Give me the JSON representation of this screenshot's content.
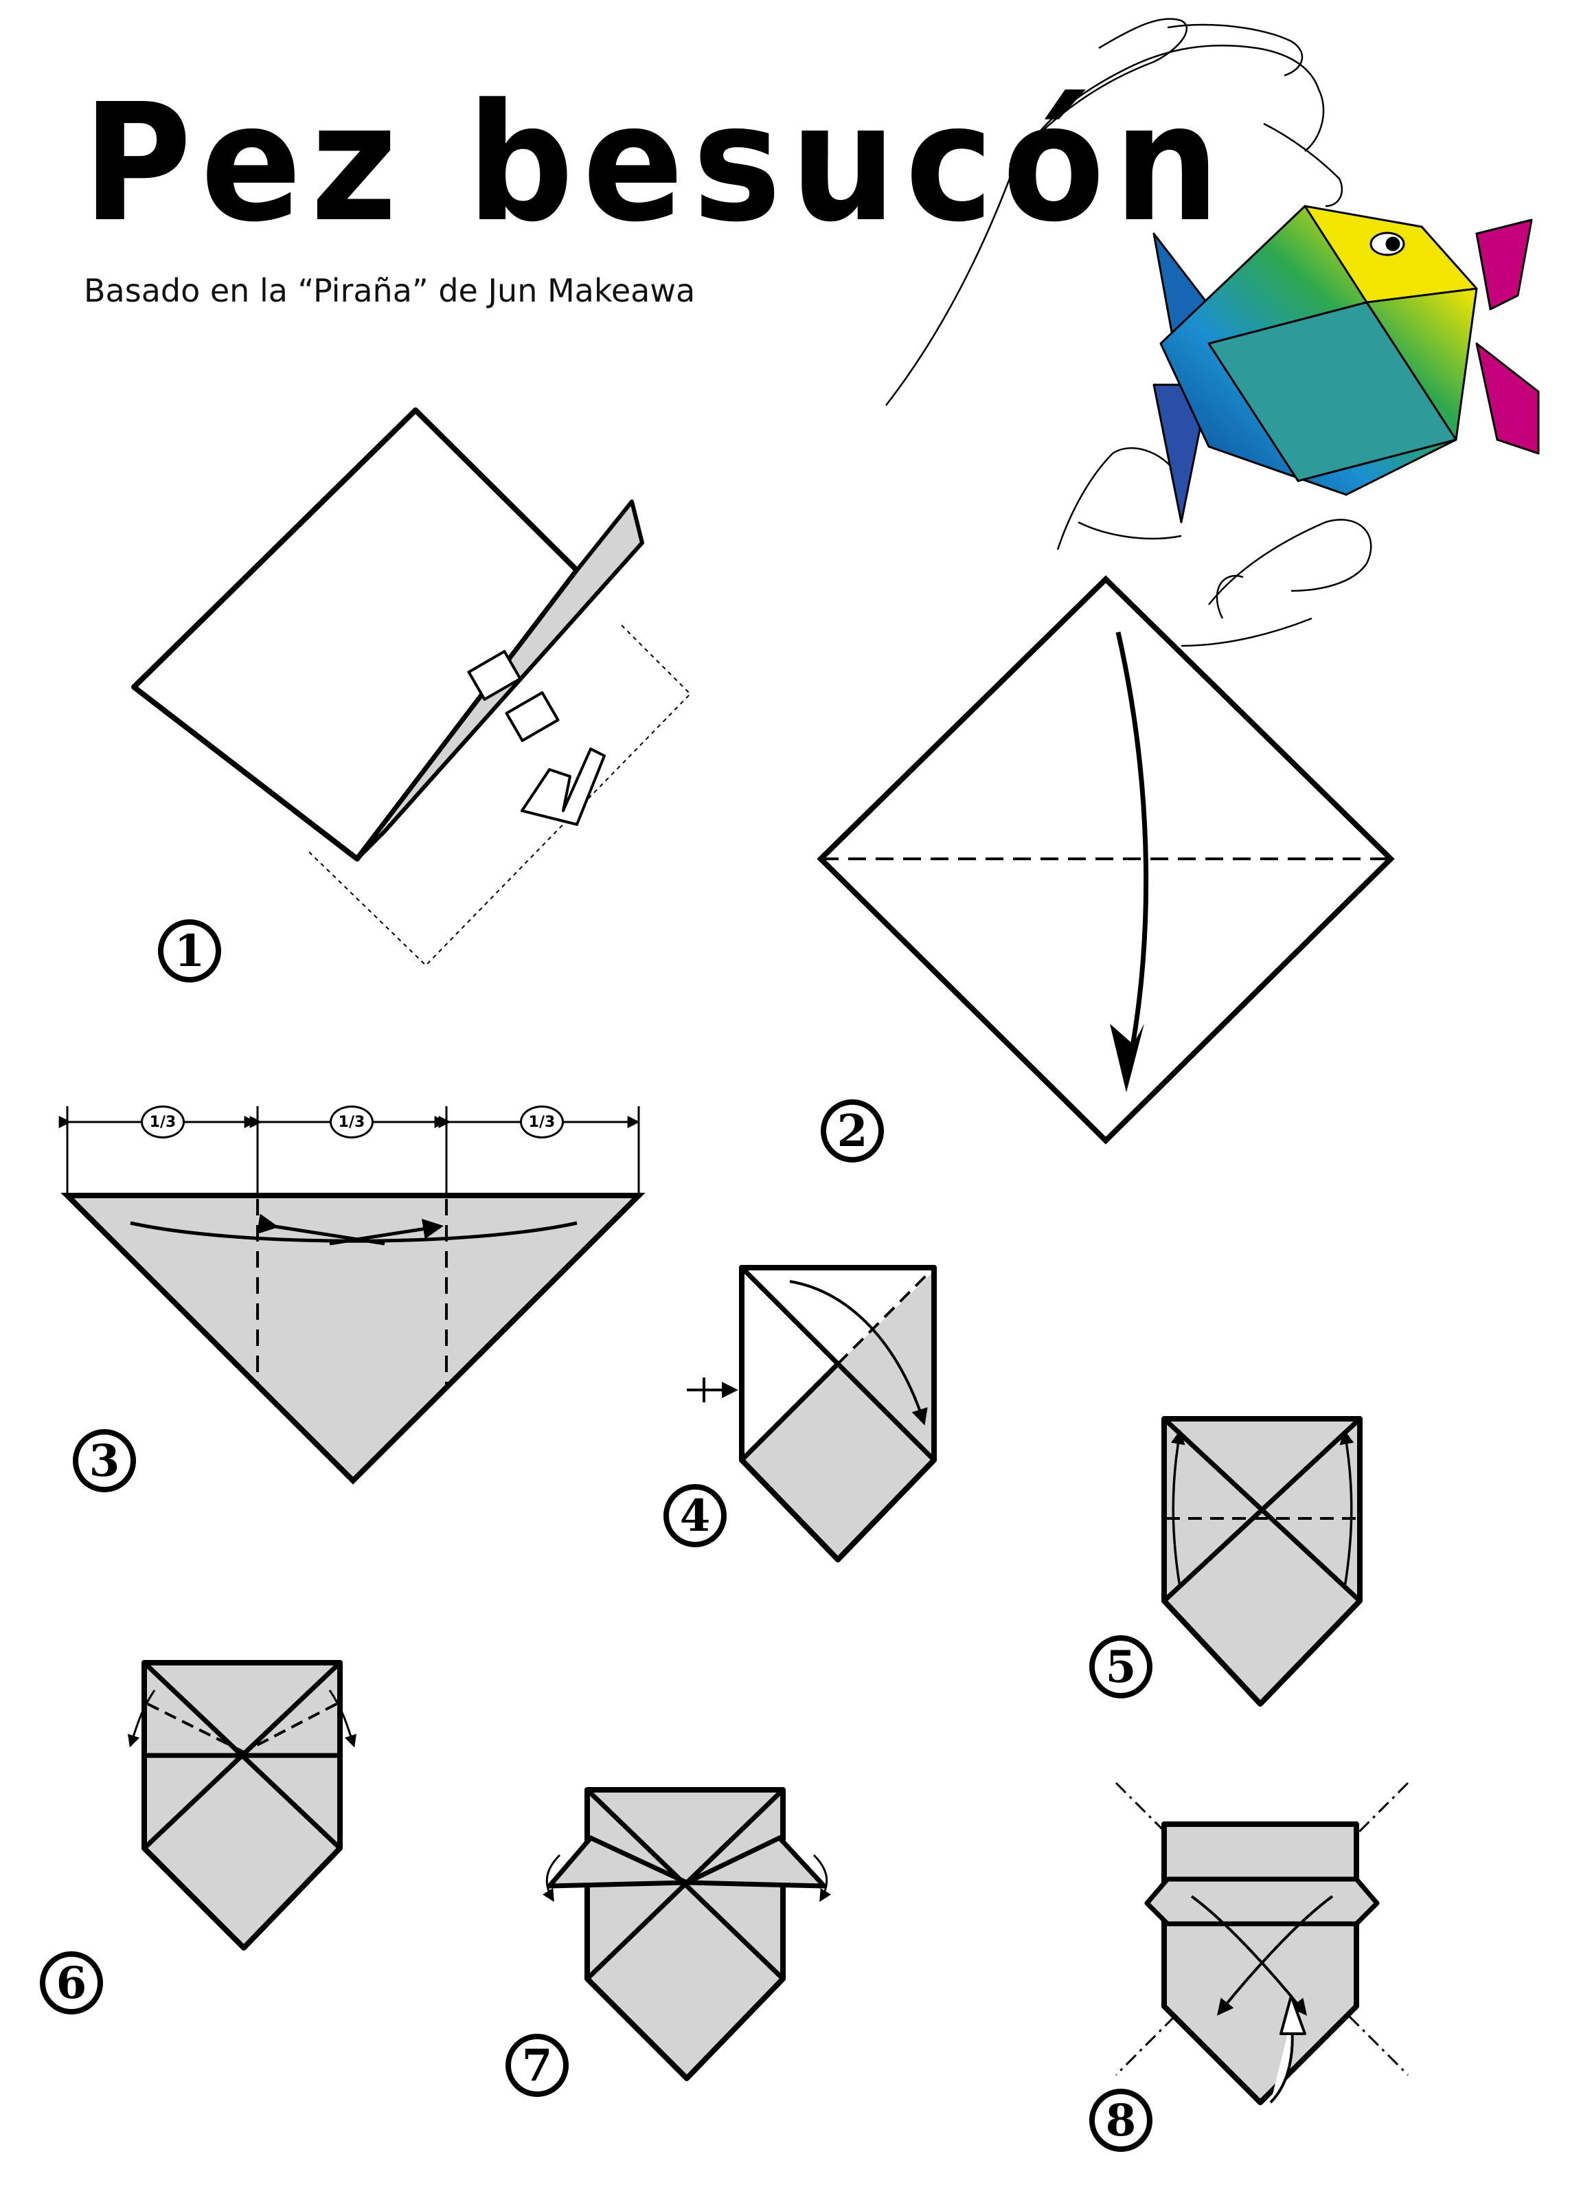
{
  "title": "Pez besucón",
  "subtitle": "Basado en la “Piraña” de Jun Makeawa",
  "thirds_label": "1/3",
  "steps": [
    "1",
    "2",
    "3",
    "4",
    "5",
    "6",
    "7",
    "8"
  ],
  "colors": {
    "paper_back": "#d4d4d4",
    "line": "#000000",
    "fish_yellow": "#f2e600",
    "fish_green": "#2fa84f",
    "fish_blue": "#1667b3",
    "fish_magenta": "#c4007a"
  }
}
